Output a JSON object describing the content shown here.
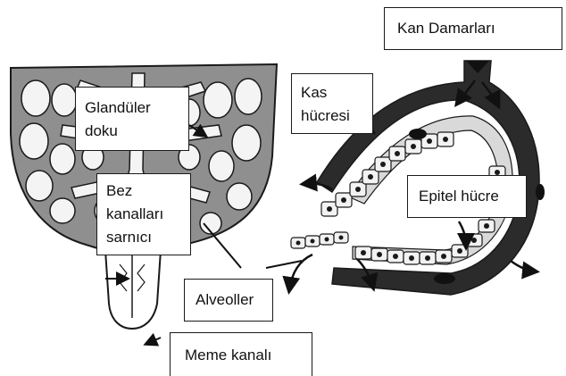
{
  "labels": {
    "kan_damarlari": "Kan Damarları",
    "glanduler_doku": [
      "Glandüler",
      "doku"
    ],
    "kas_hucresi": [
      "Kas",
      "hücresi"
    ],
    "bez_kanallari": [
      "Bez",
      "kanalları",
      "sarnıcı"
    ],
    "epitel_hucre": "Epitel hücre",
    "alveoller": "Alveoller",
    "meme_kanali": "Meme kanalı"
  },
  "colors": {
    "tissue_fill": "#8f8f8f",
    "vessel": "#2b2b2b",
    "outline": "#1a1a1a",
    "cell_fill": "#f2f2f2",
    "background": "#ffffff"
  }
}
